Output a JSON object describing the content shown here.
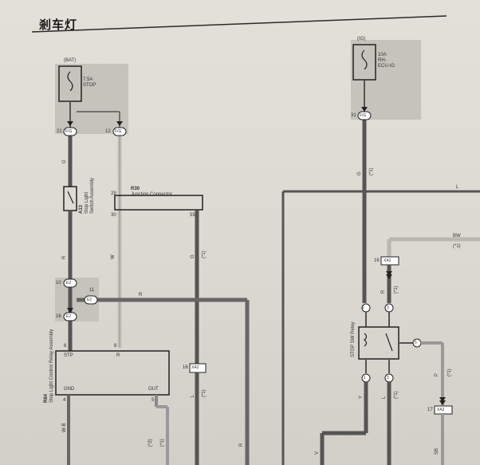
{
  "title": "剎车灯",
  "power": {
    "bat": {
      "label": "(BAT)",
      "fuse_amp": "7.5A",
      "fuse_name": "STOP"
    },
    "ig": {
      "label": "(IG)",
      "fuse_amp": "10A",
      "fuse_name1": "RH-",
      "fuse_name2": "ECU-IG"
    }
  },
  "pins": {
    "p21": "21",
    "p12": "12",
    "p31": "31",
    "p29": "29",
    "p30": "30",
    "p55": "55",
    "p10": "10",
    "p11": "11",
    "p16": "16",
    "p4": "4",
    "p5": "5",
    "p6": "6",
    "p8": "8",
    "p2": "2",
    "p3": "3",
    "p1": "1",
    "p5r": "5",
    "p3b": "3",
    "p17": "17"
  },
  "connectors": {
    "fuse_out": "F/G",
    "fuse_out2": "F/G",
    "ig_out": "F/G",
    "n1": "E2",
    "n2": "E2",
    "n3": "E2",
    "xa2a": "XA2",
    "xa2b": "XA2",
    "xa2c": "XA2"
  },
  "components": {
    "stop_switch_code": "A13",
    "stop_switch_name1": "Stop Light",
    "stop_switch_name2": "Switch Assembly",
    "junction_code": "R30",
    "junction_name": "Junction Connector",
    "ecu_code": "R84",
    "ecu_name": "Stop Light Control Relay Assembly",
    "relay_name": "STOP SW Relay"
  },
  "ecu_terminals": {
    "stp": "STP",
    "r": "R",
    "gnd": "GND",
    "out": "OUT"
  },
  "wires": {
    "g": "G",
    "w": "W",
    "r": "R",
    "gw": "G",
    "gw2": "(*1)",
    "g3": "G",
    "g3b": "(*1)",
    "l": "L",
    "bw": "BW",
    "bw2": "(*1)",
    "l2": "L",
    "l2b": "(*1)",
    "r2": "R",
    "r2b": "(*1)",
    "y": "Y",
    "l3": "L",
    "l3b": "(*1)",
    "p": "P",
    "p2": "(*1)",
    "wb": "W-B",
    "sb": "SB",
    "v": "V",
    "r3": "R",
    "g_ecu": "(*2)",
    "g_ecu2": "(*1)"
  }
}
